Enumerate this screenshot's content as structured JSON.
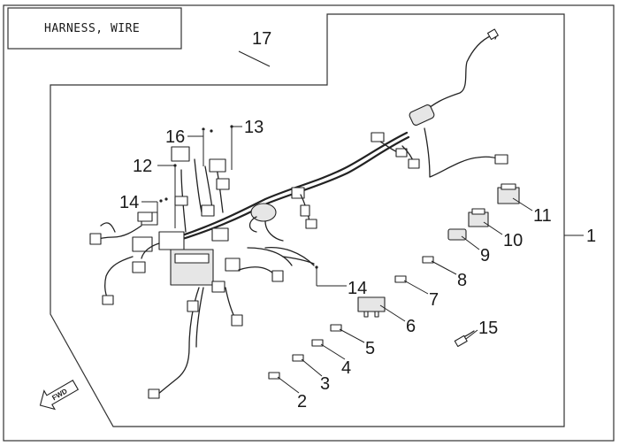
{
  "title_box": {
    "text": "HARNESS, WIRE"
  },
  "forward_arrow": {
    "text": "FWD"
  },
  "part_numbers": {
    "p1": "1",
    "p2": "2",
    "p3": "3",
    "p4": "4",
    "p5": "5",
    "p6": "6",
    "p7": "7",
    "p8": "8",
    "p9": "9",
    "p10": "10",
    "p11": "11",
    "p12": "12",
    "p13": "13",
    "p14a": "14",
    "p14b": "14",
    "p15": "15",
    "p16": "16",
    "p17": "17"
  }
}
